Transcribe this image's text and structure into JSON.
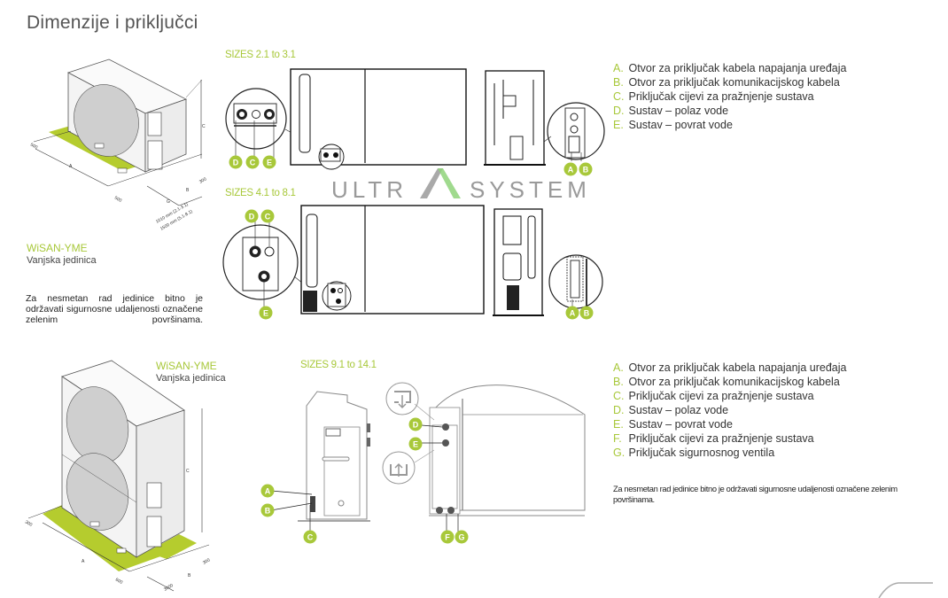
{
  "page": {
    "title": "Dimenzije i priključci",
    "watermark": {
      "left": "ULTR",
      "right": "SYSTEM",
      "brand": "ULTRA SYSTEM"
    },
    "accent_color": "#a8c83a",
    "clearance_color": "#b5cc2e"
  },
  "top_section": {
    "unit": {
      "model": "WiSAN-YME",
      "subtitle": "Vanjska jedinica"
    },
    "note": "Za nesmetan rad jedinice bitno je održavati sigurnosne udaljenosti označene zelenim površinama.",
    "dimension_labels": {
      "a": "A",
      "b": "B",
      "c": "C",
      "g": "G",
      "d500_1": "500",
      "d500_2": "500",
      "d300": "300",
      "g_note_1": "1010 mm (2.1-3.1)",
      "g_note_2": "1500 mm (5.1-8.1)"
    },
    "sizes_1": {
      "label": "SIZES 2.1 to 3.1",
      "badges": [
        "D",
        "C",
        "E"
      ],
      "side_badges": [
        "A",
        "B"
      ]
    },
    "sizes_2": {
      "label": "SIZES 4.1 to 8.1",
      "badges": [
        "D",
        "C",
        "E"
      ],
      "side_badges": [
        "A",
        "B"
      ]
    },
    "legend": [
      {
        "letter": "A.",
        "text": "Otvor za priključak kabela napajanja uređaja"
      },
      {
        "letter": "B.",
        "text": "Otvor za priključak komunikacijskog kabela"
      },
      {
        "letter": "C.",
        "text": "Priključak cijevi za pražnjenje sustava"
      },
      {
        "letter": "D.",
        "text": "Sustav – polaz vode"
      },
      {
        "letter": "E.",
        "text": "Sustav – povrat vode"
      }
    ]
  },
  "bottom_section": {
    "unit": {
      "model": "WiSAN-YME",
      "subtitle": "Vanjska jedinica"
    },
    "dimension_labels": {
      "a": "A",
      "b": "B",
      "c": "C",
      "d300_1": "300",
      "d600": "600",
      "d300_2": "300",
      "d3000": "3000"
    },
    "sizes_3": {
      "label": "SIZES 9.1 to 14.1",
      "side_badges": [
        "A",
        "B",
        "C"
      ],
      "rear_badges": [
        "D",
        "E"
      ],
      "bottom_badges": [
        "F",
        "G"
      ]
    },
    "legend": [
      {
        "letter": "A.",
        "text": "Otvor za priključak kabela napajanja uređaja"
      },
      {
        "letter": "B.",
        "text": "Otvor za priključak komunikacijskog kabela"
      },
      {
        "letter": "C.",
        "text": "Priključak cijevi za pražnjenje sustava"
      },
      {
        "letter": "D.",
        "text": "Sustav – polaz vode"
      },
      {
        "letter": "E.",
        "text": "Sustav – povrat vode"
      },
      {
        "letter": "F.",
        "text": "Priključak cijevi za pražnjenje sustava"
      },
      {
        "letter": "G.",
        "text": "Priključak sigurnosnog ventila"
      }
    ],
    "note": "Za nesmetan rad jedinice bitno je održavati sigurnosne udaljenosti označene zelenim površinama."
  }
}
